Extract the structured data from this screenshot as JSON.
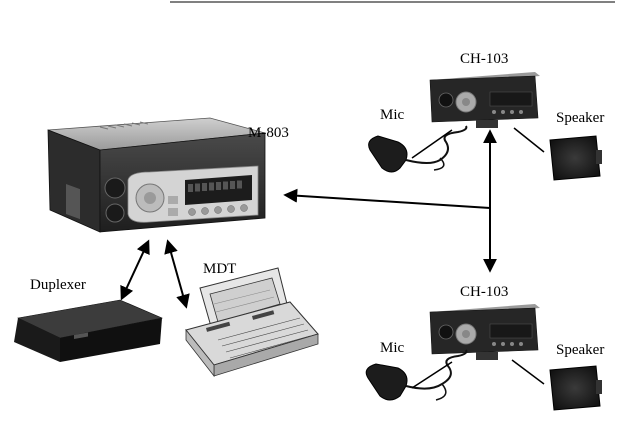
{
  "labels": {
    "main_radio": "M-803",
    "control_head_top": "CH-103",
    "control_head_bottom": "CH-103",
    "mic_top": "Mic",
    "mic_bottom": "Mic",
    "speaker_top": "Speaker",
    "speaker_bottom": "Speaker",
    "duplexer": "Duplexer",
    "mdt": "MDT"
  },
  "colors": {
    "device_dark": "#2a2a2a",
    "device_body": "#3a3a3a",
    "device_light": "#bdbdbd",
    "display_green": "#1f1f1f",
    "arrow": "#000000"
  }
}
